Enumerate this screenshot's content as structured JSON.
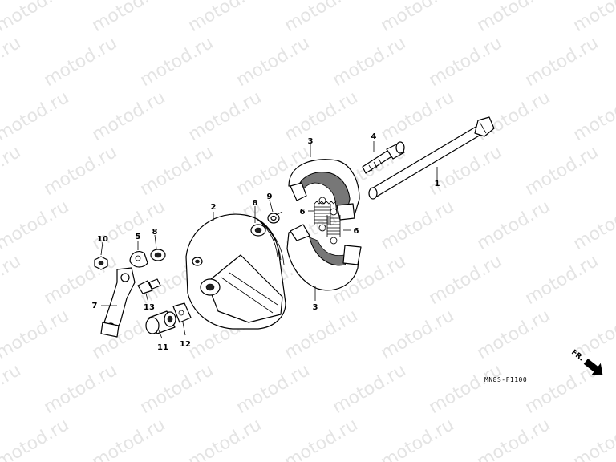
{
  "watermark": "motod.ru",
  "diagram_code": "MN8S-F1100",
  "direction_label": "FR.",
  "labels": {
    "p1": "1",
    "p2": "2",
    "p3_top": "3",
    "p3_bottom": "3",
    "p4": "4",
    "p5": "5",
    "p6_top": "6",
    "p6_bottom": "6",
    "p7": "7",
    "p8_top": "8",
    "p8_left": "8",
    "p9": "9",
    "p10": "10",
    "p11": "11",
    "p12": "12",
    "p13": "13"
  }
}
